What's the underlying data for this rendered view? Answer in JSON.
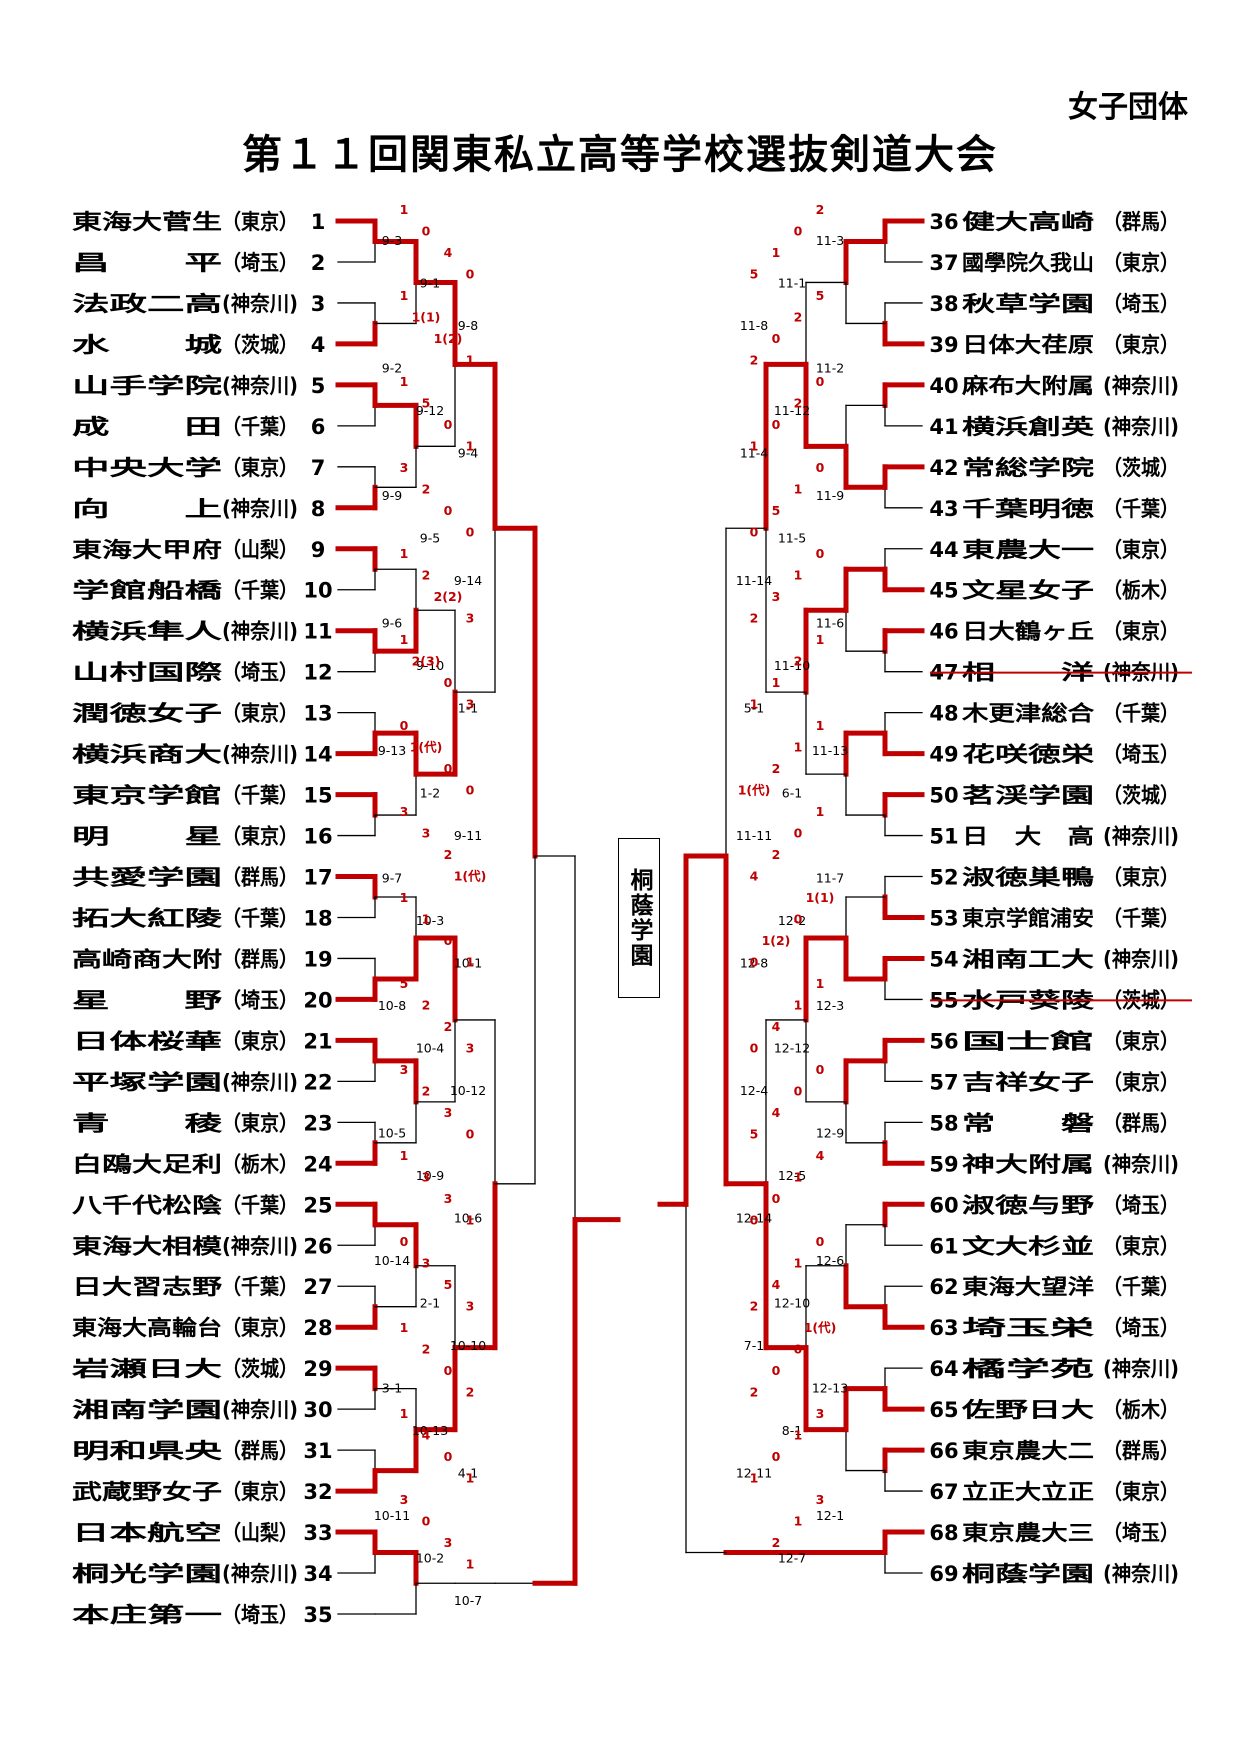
{
  "header": {
    "category": "女子団体",
    "title": "第１１回関東私立高等学校選抜剣道大会"
  },
  "champion": "桐蔭学園",
  "colors": {
    "win": "#c00000",
    "line": "#000000"
  },
  "left_teams": [
    {
      "num": "1",
      "name": "東海大菅生",
      "pref": "（東京）"
    },
    {
      "num": "2",
      "name": "昌　　平",
      "pref": "（埼玉）"
    },
    {
      "num": "3",
      "name": "法政二高",
      "pref": "(神奈川)"
    },
    {
      "num": "4",
      "name": "水　　城",
      "pref": "（茨城）"
    },
    {
      "num": "5",
      "name": "山手学院",
      "pref": "(神奈川)"
    },
    {
      "num": "6",
      "name": "成　　田",
      "pref": "（千葉）"
    },
    {
      "num": "7",
      "name": "中央大学",
      "pref": "（東京）"
    },
    {
      "num": "8",
      "name": "向　　上",
      "pref": "(神奈川)"
    },
    {
      "num": "9",
      "name": "東海大甲府",
      "pref": "（山梨）"
    },
    {
      "num": "10",
      "name": "学館船橋",
      "pref": "（千葉）"
    },
    {
      "num": "11",
      "name": "横浜隼人",
      "pref": "(神奈川)"
    },
    {
      "num": "12",
      "name": "山村国際",
      "pref": "（埼玉）"
    },
    {
      "num": "13",
      "name": "潤徳女子",
      "pref": "（東京）"
    },
    {
      "num": "14",
      "name": "横浜商大",
      "pref": "(神奈川)"
    },
    {
      "num": "15",
      "name": "東京学館",
      "pref": "（千葉）"
    },
    {
      "num": "16",
      "name": "明　　星",
      "pref": "（東京）"
    },
    {
      "num": "17",
      "name": "共愛学園",
      "pref": "（群馬）"
    },
    {
      "num": "18",
      "name": "拓大紅陵",
      "pref": "（千葉）"
    },
    {
      "num": "19",
      "name": "高崎商大附",
      "pref": "（群馬）"
    },
    {
      "num": "20",
      "name": "星　　野",
      "pref": "（埼玉）"
    },
    {
      "num": "21",
      "name": "日体桜華",
      "pref": "（東京）"
    },
    {
      "num": "22",
      "name": "平塚学園",
      "pref": "(神奈川)"
    },
    {
      "num": "23",
      "name": "青　　稜",
      "pref": "（東京）"
    },
    {
      "num": "24",
      "name": "白鴎大足利",
      "pref": "（栃木）"
    },
    {
      "num": "25",
      "name": "八千代松陰",
      "pref": "（千葉）"
    },
    {
      "num": "26",
      "name": "東海大相模",
      "pref": "(神奈川)"
    },
    {
      "num": "27",
      "name": "日大習志野",
      "pref": "（千葉）"
    },
    {
      "num": "28",
      "name": "東海大高輪台",
      "pref": "（東京）"
    },
    {
      "num": "29",
      "name": "岩瀬日大",
      "pref": "（茨城）"
    },
    {
      "num": "30",
      "name": "湘南学園",
      "pref": "(神奈川)"
    },
    {
      "num": "31",
      "name": "明和県央",
      "pref": "（群馬）"
    },
    {
      "num": "32",
      "name": "武蔵野女子",
      "pref": "（東京）"
    },
    {
      "num": "33",
      "name": "日本航空",
      "pref": "（山梨）"
    },
    {
      "num": "34",
      "name": "桐光学園",
      "pref": "(神奈川)"
    },
    {
      "num": "35",
      "name": "本庄第一",
      "pref": "（埼玉）"
    }
  ],
  "right_teams": [
    {
      "num": "36",
      "name": "健大高崎",
      "pref": "（群馬）"
    },
    {
      "num": "37",
      "name": "國學院久我山",
      "pref": "（東京）"
    },
    {
      "num": "38",
      "name": "秋草学園",
      "pref": "（埼玉）"
    },
    {
      "num": "39",
      "name": "日体大荏原",
      "pref": "（東京）"
    },
    {
      "num": "40",
      "name": "麻布大附属",
      "pref": "(神奈川)"
    },
    {
      "num": "41",
      "name": "横浜創英",
      "pref": "(神奈川)"
    },
    {
      "num": "42",
      "name": "常総学院",
      "pref": "（茨城）"
    },
    {
      "num": "43",
      "name": "千葉明徳",
      "pref": "（千葉）"
    },
    {
      "num": "44",
      "name": "東農大一",
      "pref": "（東京）"
    },
    {
      "num": "45",
      "name": "文星女子",
      "pref": "（栃木）"
    },
    {
      "num": "46",
      "name": "日大鶴ヶ丘",
      "pref": "（東京）"
    },
    {
      "num": "47",
      "name": "相　　洋",
      "pref": "(神奈川)"
    },
    {
      "num": "48",
      "name": "木更津総合",
      "pref": "（千葉）"
    },
    {
      "num": "49",
      "name": "花咲徳栄",
      "pref": "（埼玉）"
    },
    {
      "num": "50",
      "name": "茗渓学園",
      "pref": "（茨城）"
    },
    {
      "num": "51",
      "name": "日　大　高",
      "pref": "(神奈川)"
    },
    {
      "num": "52",
      "name": "淑徳巣鴨",
      "pref": "（東京）"
    },
    {
      "num": "53",
      "name": "東京学館浦安",
      "pref": "（千葉）"
    },
    {
      "num": "54",
      "name": "湘南工大",
      "pref": "(神奈川)"
    },
    {
      "num": "55",
      "name": "水戸葵陵",
      "pref": "（茨城）"
    },
    {
      "num": "56",
      "name": "国士館",
      "pref": "（東京）"
    },
    {
      "num": "57",
      "name": "吉祥女子",
      "pref": "（東京）"
    },
    {
      "num": "58",
      "name": "常　　磐",
      "pref": "（群馬）"
    },
    {
      "num": "59",
      "name": "神大附属",
      "pref": "(神奈川)"
    },
    {
      "num": "60",
      "name": "淑徳与野",
      "pref": "（埼玉）"
    },
    {
      "num": "61",
      "name": "文大杉並",
      "pref": "（東京）"
    },
    {
      "num": "62",
      "name": "東海大望洋",
      "pref": "（千葉）"
    },
    {
      "num": "63",
      "name": "埼玉栄",
      "pref": "（埼玉）"
    },
    {
      "num": "64",
      "name": "橘学苑",
      "pref": "(神奈川)"
    },
    {
      "num": "65",
      "name": "佐野日大",
      "pref": "（栃木）"
    },
    {
      "num": "66",
      "name": "東京農大二",
      "pref": "（群馬）"
    },
    {
      "num": "67",
      "name": "立正大立正",
      "pref": "（東京）"
    },
    {
      "num": "68",
      "name": "東京農大三",
      "pref": "（埼玉）"
    },
    {
      "num": "69",
      "name": "桐蔭学園",
      "pref": "(神奈川)"
    }
  ],
  "match_labels": [
    "9-3",
    "9-1",
    "9-8",
    "9-2",
    "9-12",
    "9-4",
    "9-9",
    "9-5",
    "9-14",
    "9-6",
    "9-10",
    "1-1",
    "9-13",
    "1-2",
    "9-11",
    "9-7",
    "10-3",
    "10-1",
    "10-8",
    "10-4",
    "10-12",
    "10-5",
    "10-9",
    "10-6",
    "10-14",
    "2-1",
    "10-10",
    "3-1",
    "10-13",
    "4-1",
    "10-11",
    "10-2",
    "10-7",
    "11-3",
    "11-1",
    "11-8",
    "11-2",
    "11-12",
    "11-4",
    "11-9",
    "11-5",
    "11-14",
    "11-6",
    "11-10",
    "5-1",
    "11-13",
    "6-1",
    "11-11",
    "11-7",
    "12-2",
    "12-8",
    "12-3",
    "12-12",
    "12-4",
    "12-9",
    "12-5",
    "12-14",
    "12-6",
    "12-10",
    "7-1",
    "12-13",
    "8-1",
    "12-11",
    "12-1",
    "12-7"
  ],
  "scores": [
    "1",
    "0",
    "4",
    "0",
    "1",
    "1(1)",
    "1(2)",
    "1",
    "1",
    "5",
    "0",
    "1",
    "3",
    "2",
    "0",
    "0",
    "1",
    "2",
    "2(2)",
    "3",
    "1",
    "2(3)",
    "0",
    "3",
    "0",
    "1(代)",
    "0",
    "0",
    "3",
    "3",
    "2",
    "1(代)",
    "1",
    "1",
    "0",
    "1",
    "5",
    "2",
    "2",
    "3",
    "3",
    "2",
    "3",
    "0",
    "1",
    "3",
    "3",
    "1",
    "0",
    "3",
    "5",
    "3",
    "1",
    "2",
    "0",
    "2",
    "1",
    "4",
    "0",
    "1",
    "3",
    "0",
    "3",
    "1",
    "2",
    "0",
    "1",
    "5",
    "5",
    "2",
    "0",
    "2",
    "0",
    "2",
    "0",
    "1",
    "0",
    "1",
    "5",
    "0",
    "0",
    "1",
    "3",
    "2",
    "1",
    "2",
    "1",
    "1",
    "1",
    "1",
    "2",
    "1(代)",
    "1",
    "0",
    "2",
    "4",
    "1(1)",
    "0",
    "1(2)",
    "0",
    "1",
    "1",
    "4",
    "0",
    "0",
    "0",
    "4",
    "5",
    "4",
    "1",
    "0",
    "0",
    "0",
    "1",
    "4",
    "2",
    "1(代)",
    "0",
    "0",
    "2",
    "3",
    "1",
    "0",
    "1",
    "3",
    "1",
    "2"
  ],
  "strike_note": ""
}
